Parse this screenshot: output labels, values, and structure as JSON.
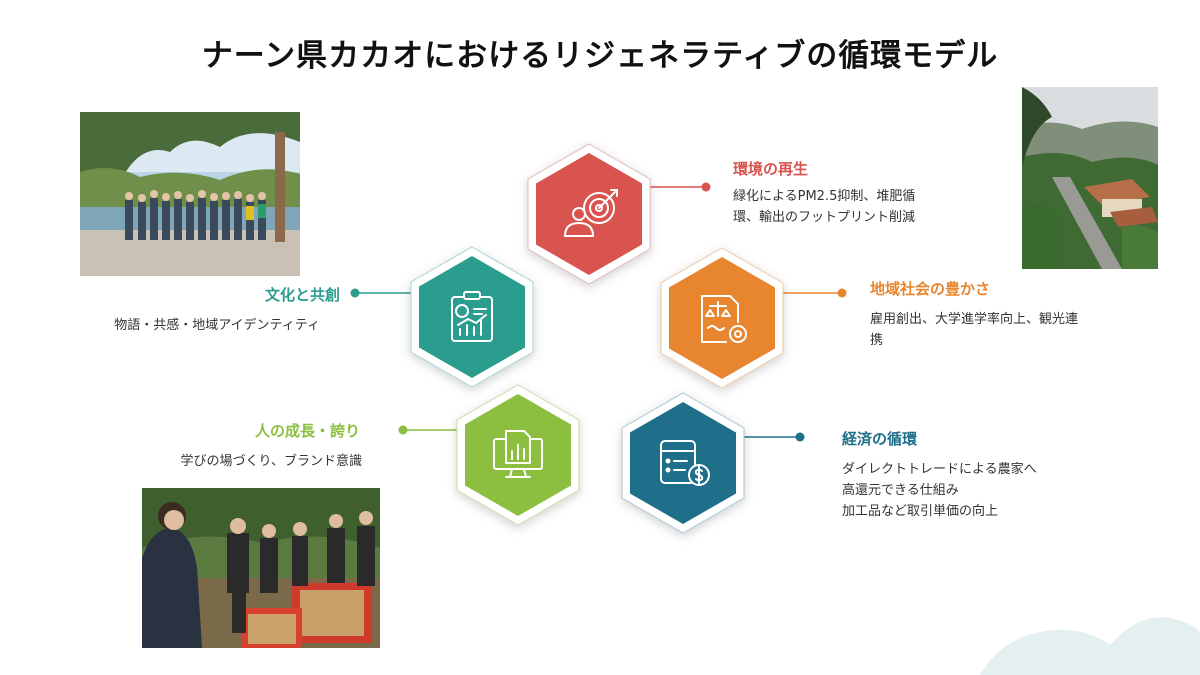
{
  "title": "ナーン県カカオにおけるリジェネラティブの循環モデル",
  "colors": {
    "environment": "#d9534f",
    "community": "#e8852f",
    "economy": "#1f6f8b",
    "growth": "#8cbf3f",
    "culture": "#2a9d8f"
  },
  "segments": {
    "environment": {
      "label": "環境の再生",
      "lines": [
        "緑化によるPM2.5抑制、堆肥循",
        "環、輸出のフットプリント削減"
      ],
      "icon": "target-people-icon"
    },
    "community": {
      "label": "地域社会の豊かさ",
      "lines": [
        "雇用創出、大学進学率向上、観光連",
        "携"
      ],
      "icon": "document-gear-icon"
    },
    "economy": {
      "label": "経済の循環",
      "lines": [
        "ダイレクトトレードによる農家へ",
        "高還元できる仕組み",
        "加工品など取引単価の向上"
      ],
      "icon": "invoice-coin-icon"
    },
    "growth": {
      "label": "人の成長・誇り",
      "lines": [
        "学びの場づくり、ブランド意識"
      ],
      "icon": "monitor-report-icon"
    },
    "culture": {
      "label": "文化と共創",
      "lines": [
        "物語・共感・地域アイデンティティ"
      ],
      "icon": "clipboard-chart-icon"
    }
  }
}
